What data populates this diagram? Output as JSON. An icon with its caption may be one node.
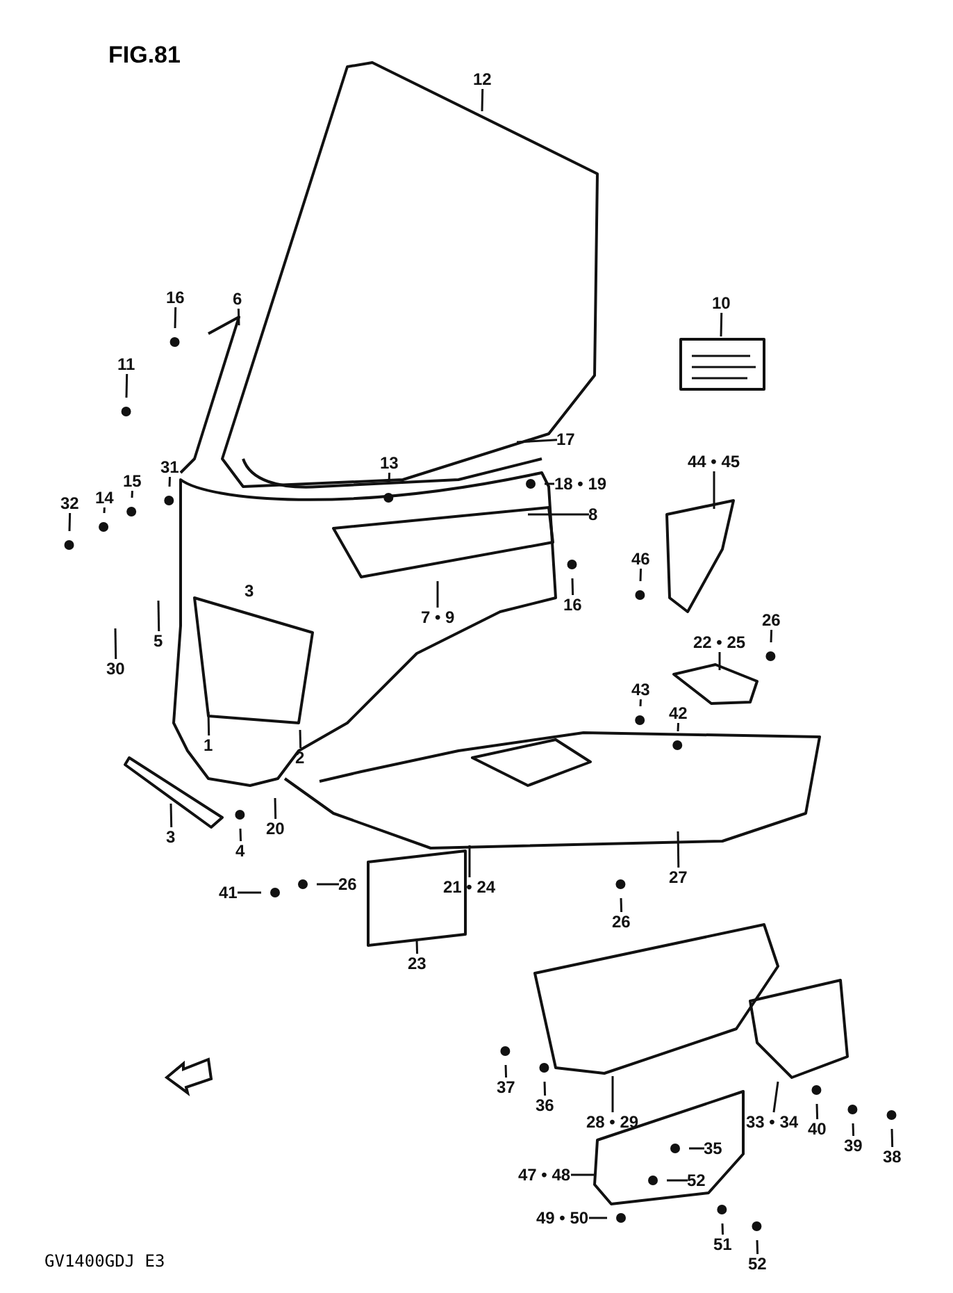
{
  "diagram": {
    "title": "FIG.81",
    "nodes": [
      {
        "text": [
          "12"
        ]
      },
      {
        "text": [
          "16"
        ]
      },
      {
        "text": [
          "6"
        ]
      },
      {
        "text": [
          "10"
        ]
      },
      {
        "text": [
          "11"
        ]
      },
      {
        "text": [
          "17"
        ]
      },
      {
        "text": [
          "13"
        ]
      },
      {
        "text": [
          "31"
        ]
      },
      {
        "text": [
          "15"
        ]
      },
      {
        "text": [
          "14"
        ]
      },
      {
        "text": [
          "32"
        ]
      },
      {
        "text": [
          "18 • 19"
        ]
      },
      {
        "text": [
          "44 • 45"
        ]
      },
      {
        "text": [
          "8"
        ]
      },
      {
        "text": [
          "46"
        ]
      },
      {
        "text": [
          "16"
        ]
      },
      {
        "text": [
          "7 • 9"
        ]
      },
      {
        "text": [
          "5"
        ]
      },
      {
        "text": [
          "30"
        ]
      },
      {
        "text": [
          "22 • 25"
        ]
      },
      {
        "text": [
          "26"
        ]
      },
      {
        "text": [
          "1"
        ]
      },
      {
        "text": [
          "43"
        ]
      },
      {
        "text": [
          "42"
        ]
      },
      {
        "text": [
          "2"
        ]
      },
      {
        "text": [
          "3"
        ]
      },
      {
        "text": [
          "4"
        ]
      },
      {
        "text": [
          "20"
        ]
      },
      {
        "text": [
          "41"
        ]
      },
      {
        "text": [
          "26"
        ]
      },
      {
        "text": [
          "21 • 24"
        ]
      },
      {
        "text": [
          "27"
        ]
      },
      {
        "text": [
          "26"
        ]
      },
      {
        "text": [
          "23"
        ]
      },
      {
        "text": [
          "37"
        ]
      },
      {
        "text": [
          "36"
        ]
      },
      {
        "text": [
          "28 • 29"
        ]
      },
      {
        "text": [
          "33 • 34"
        ]
      },
      {
        "text": [
          "40"
        ]
      },
      {
        "text": [
          "39"
        ]
      },
      {
        "text": [
          "38"
        ]
      },
      {
        "text": [
          "35"
        ]
      },
      {
        "text": [
          "47 • 48"
        ]
      },
      {
        "text": [
          "52"
        ]
      },
      {
        "text": [
          "49 • 50"
        ]
      },
      {
        "text": [
          "51"
        ]
      },
      {
        "text": [
          "52"
        ]
      }
    ],
    "edges": [
      {
        "from": 0,
        "to": null,
        "arrow": "none"
      },
      {
        "from": 1,
        "to": null,
        "arrow": "none"
      },
      {
        "from": 2,
        "to": null,
        "arrow": "none"
      },
      {
        "from": 3,
        "to": null,
        "arrow": "none"
      },
      {
        "from": 4,
        "to": null,
        "arrow": "none"
      },
      {
        "from": 5,
        "to": null,
        "arrow": "none"
      },
      {
        "from": 6,
        "to": null,
        "arrow": "none"
      },
      {
        "from": 7,
        "to": null,
        "arrow": "none"
      },
      {
        "from": 8,
        "to": null,
        "arrow": "none"
      },
      {
        "from": 9,
        "to": null,
        "arrow": "none"
      },
      {
        "from": 10,
        "to": null,
        "arrow": "none"
      },
      {
        "from": 11,
        "to": null,
        "arrow": "none"
      },
      {
        "from": 12,
        "to": null,
        "arrow": "none"
      },
      {
        "from": 13,
        "to": null,
        "arrow": "none"
      },
      {
        "from": 14,
        "to": null,
        "arrow": "none"
      },
      {
        "from": 15,
        "to": null,
        "arrow": "none"
      },
      {
        "from": 16,
        "to": null,
        "arrow": "none"
      },
      {
        "from": 17,
        "to": null,
        "arrow": "none"
      },
      {
        "from": 18,
        "to": null,
        "arrow": "none"
      },
      {
        "from": 19,
        "to": null,
        "arrow": "none"
      },
      {
        "from": 20,
        "to": null,
        "arrow": "none"
      },
      {
        "from": 21,
        "to": null,
        "arrow": "none"
      },
      {
        "from": 22,
        "to": null,
        "arrow": "none"
      },
      {
        "from": 23,
        "to": null,
        "arrow": "none"
      },
      {
        "from": 24,
        "to": null,
        "arrow": "none"
      },
      {
        "from": 25,
        "to": null,
        "arrow": "none"
      },
      {
        "from": 26,
        "to": null,
        "arrow": "none"
      },
      {
        "from": 27,
        "to": null,
        "arrow": "none"
      },
      {
        "from": 28,
        "to": null,
        "arrow": "none"
      },
      {
        "from": 29,
        "to": null,
        "arrow": "none"
      },
      {
        "from": 30,
        "to": null,
        "arrow": "none"
      },
      {
        "from": 31,
        "to": null,
        "arrow": "none"
      },
      {
        "from": 32,
        "to": null,
        "arrow": "none"
      },
      {
        "from": 33,
        "to": null,
        "arrow": "none"
      },
      {
        "from": 34,
        "to": null,
        "arrow": "none"
      },
      {
        "from": 35,
        "to": null,
        "arrow": "none"
      },
      {
        "from": 36,
        "to": null,
        "arrow": "none"
      },
      {
        "from": 37,
        "to": null,
        "arrow": "none"
      },
      {
        "from": 38,
        "to": null,
        "arrow": "none"
      },
      {
        "from": 39,
        "to": null,
        "arrow": "none"
      },
      {
        "from": 40,
        "to": null,
        "arrow": "none"
      },
      {
        "from": 41,
        "to": null,
        "arrow": "none"
      },
      {
        "from": 42,
        "to": null,
        "arrow": "none"
      },
      {
        "from": 43,
        "to": null,
        "arrow": "none"
      },
      {
        "from": 44,
        "to": null,
        "arrow": "none"
      },
      {
        "from": 45,
        "to": null,
        "arrow": "none"
      },
      {
        "from": 46,
        "to": null,
        "arrow": "none"
      }
    ],
    "labels": [
      "3",
      "GV1400GDJ E3"
    ]
  }
}
